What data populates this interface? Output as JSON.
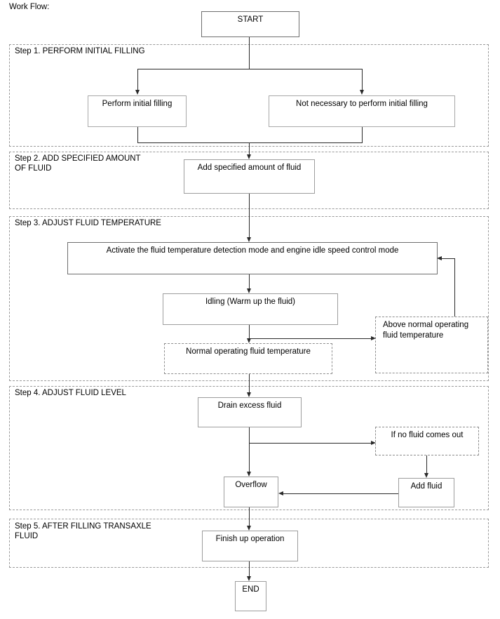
{
  "diagram": {
    "heading": "Work Flow:",
    "terminals": {
      "start": "START",
      "end": "END"
    },
    "steps": [
      {
        "id": "step1",
        "label": "Step 1. PERFORM INITIAL FILLING"
      },
      {
        "id": "step2",
        "label": "Step 2. ADD SPECIFIED AMOUNT\nOF FLUID"
      },
      {
        "id": "step3",
        "label": "Step 3. ADJUST FLUID TEMPERATURE"
      },
      {
        "id": "step4",
        "label": "Step 4. ADJUST FLUID LEVEL"
      },
      {
        "id": "step5",
        "label": "Step 5. AFTER FILLING TRANSAXLE\nFLUID"
      }
    ],
    "nodes": {
      "perform_initial_filling": "Perform initial filling",
      "not_necessary": "Not necessary to perform initial filling",
      "add_specified_amount": "Add specified amount of fluid",
      "activate_modes": "Activate the fluid temperature detection mode and engine idle speed control mode",
      "idling": "Idling (Warm up the fluid)",
      "normal_operating_temp": "Normal operating fluid temperature",
      "above_normal_temp": "Above normal operating\nfluid temperature",
      "drain_excess_fluid": "Drain excess fluid",
      "if_no_fluid": "If no fluid comes out",
      "add_fluid": "Add fluid",
      "overflow": "Overflow",
      "finish_up": "Finish up operation"
    },
    "colors": {
      "line": "#2a2a2a",
      "node_border": "#9d9d9d",
      "dashed_border": "#8e8e8e",
      "container_border": "#9a9a9a",
      "background": "#ffffff",
      "text": "#000000"
    }
  }
}
